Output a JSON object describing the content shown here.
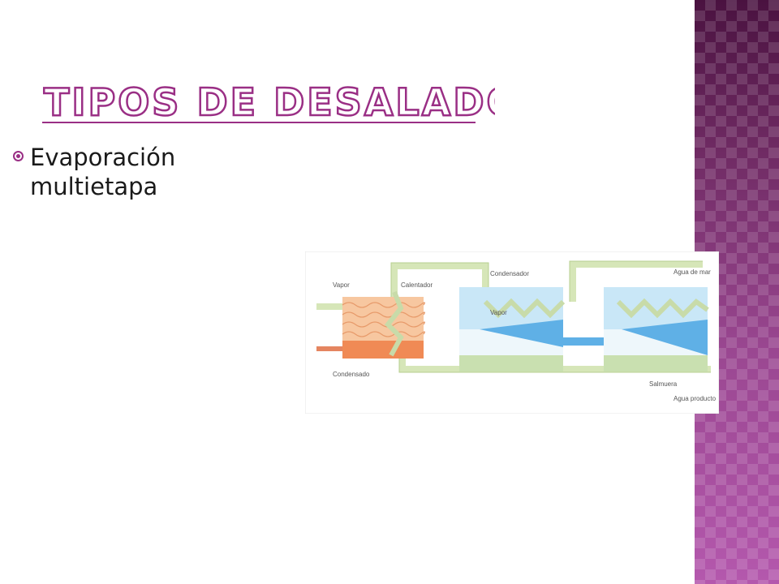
{
  "slide": {
    "title": "TIPOS DE DESALADORAS",
    "bullets": [
      {
        "text": "Evaporación\nmultietapa"
      }
    ]
  },
  "diagram": {
    "labels": {
      "vapor_in": "Vapor",
      "heater": "Calentador",
      "condenser": "Condensador",
      "vapor_chamber": "Vapor",
      "sea_water": "Agua de mar",
      "condensate": "Condensado",
      "brine": "Salmuera",
      "product_water": "Agua producto"
    }
  },
  "colors": {
    "title_fill": "#ffffff",
    "title_outline": "#9a2f85",
    "bullet": "#9a2f85",
    "band_dark": "#4a1240",
    "band_light": "#b458ad",
    "pipe": "#d6e6b8",
    "water": "#5fb0e6",
    "heater": "#f28c50"
  }
}
